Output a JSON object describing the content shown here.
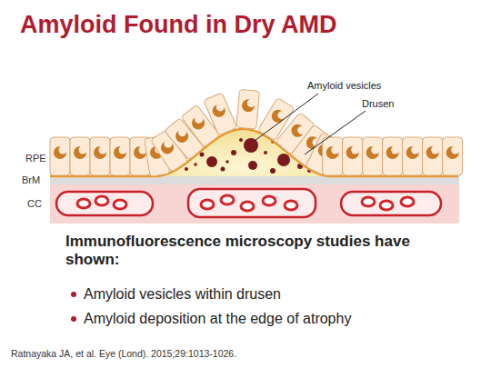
{
  "diagram": {
    "title": "Amyloid Found in Dry AMD",
    "labels": [
      "Amyloid vesicles",
      "Drusen",
      "RPE",
      "BrM",
      "CC",
      "Immunofluorescence microscopy studies have shown:",
      "Amyloid vesicles within drusen",
      "Amyloid deposition at the edge of atrophy",
      "Ratnayaka JA, et al. Eye (Lond). 2015;29:1013-1026."
    ]
  }
}
